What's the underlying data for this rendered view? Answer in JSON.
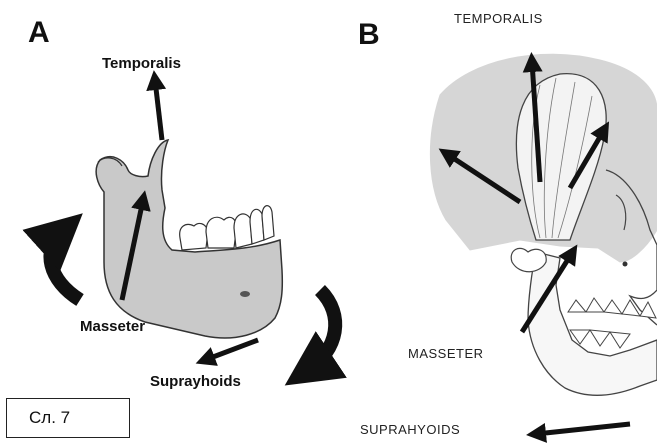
{
  "panel_a": {
    "letter": "A",
    "labels": {
      "temporalis": "Temporalis",
      "masseter": "Masseter",
      "suprahyoids": "Suprayhoids"
    }
  },
  "panel_b": {
    "letter": "B",
    "labels": {
      "temporalis": "TEMPORALIS",
      "masseter": "MASSETER",
      "suprahyoids": "SUPRAHYOIDS"
    }
  },
  "slide_label": "Сл. 7",
  "colors": {
    "bone_fill": "#c9c9c9",
    "skull_fill": "#d6d6d6",
    "ink": "#111111"
  }
}
